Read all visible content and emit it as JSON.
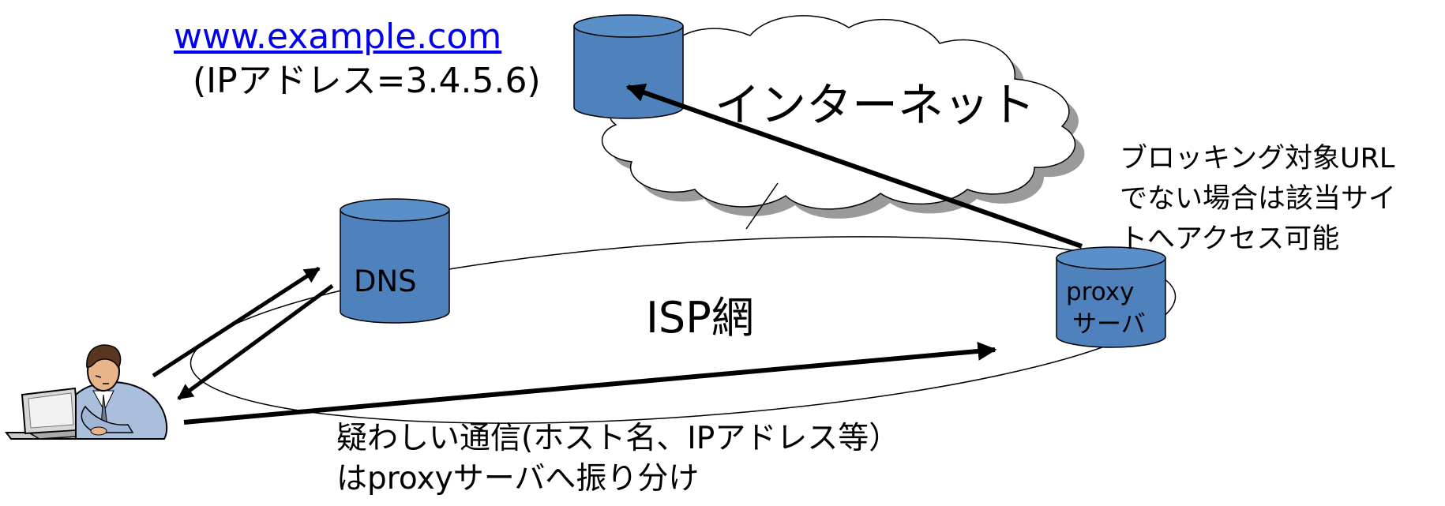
{
  "website": {
    "url": "www.example.com",
    "ip": "(IPアドレス=3.4.5.6)"
  },
  "cloud": {
    "label": "インターネット"
  },
  "isp": {
    "label": "ISP網"
  },
  "dns": {
    "label": "DNS"
  },
  "proxy": {
    "line1": "proxy",
    "line2": "サーバ"
  },
  "blocking_note": {
    "line1": "ブロッキング対象URL",
    "line2": "でない場合は該当サイ",
    "line3": "トへアクセス可能"
  },
  "suspicious_note": {
    "line1": "疑わしい通信(ホスト名、IPアドレス等）",
    "line2": "はproxyサーバへ振り分け"
  },
  "colors": {
    "cylinder_fill": "#4f81bd",
    "cylinder_top": "#5b8fca",
    "cylinder_stroke": "#000000",
    "link": "#0000ee",
    "cloud_fill": "#ffffff",
    "cloud_shadow": "#999999"
  },
  "icons": {
    "user": "person-at-laptop-icon"
  }
}
